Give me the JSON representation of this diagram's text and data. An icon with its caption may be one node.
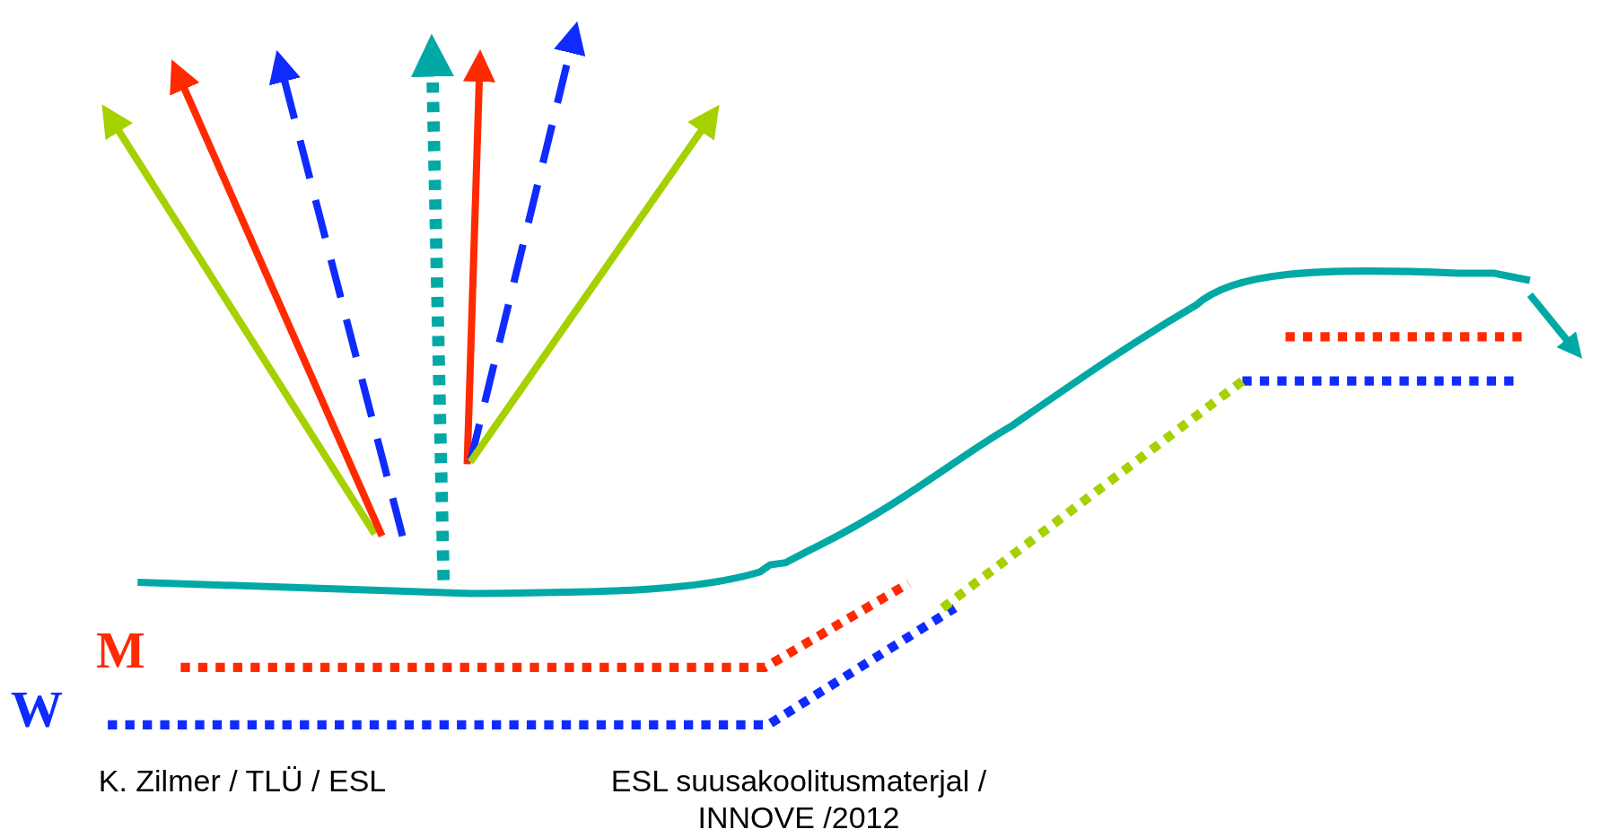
{
  "diagram": {
    "labels": [
      "M",
      "W",
      "K. Zilmer / TLÜ / ESL",
      "ESL suusakoolitusmaterjal / INNOVE /2012"
    ]
  }
}
